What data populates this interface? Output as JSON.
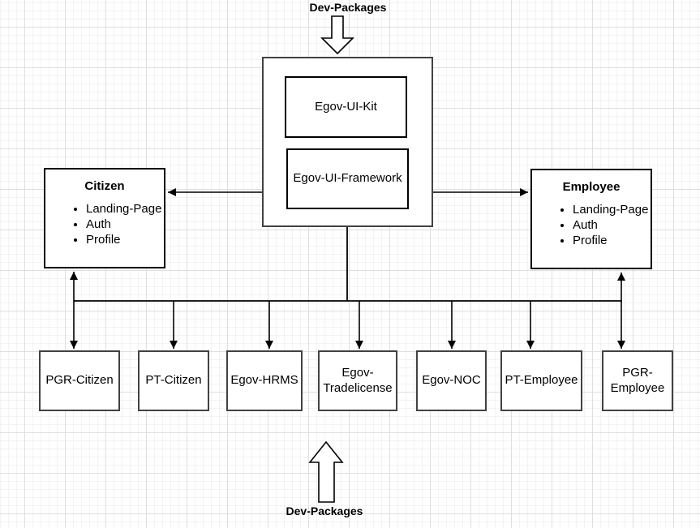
{
  "diagram": {
    "top_label": "Dev-Packages",
    "bottom_label": "Dev-Packages",
    "core": {
      "kit": "Egov-UI-Kit",
      "framework": "Egov-UI-Framework"
    },
    "citizen": {
      "title": "Citizen",
      "items": [
        "Landing-Page",
        "Auth",
        "Profile"
      ]
    },
    "employee": {
      "title": "Employee",
      "items": [
        "Landing-Page",
        "Auth",
        "Profile"
      ]
    },
    "modules": [
      "PGR-Citizen",
      "PT-Citizen",
      "Egov-HRMS",
      "Egov-Tradelicense",
      "Egov-NOC",
      "PT-Employee",
      "PGR-Employee"
    ],
    "colors": {
      "stroke": "#000000",
      "box_border": "#424242",
      "background": "#ffffff",
      "grid_minor": "#f4f2f2",
      "grid_major": "#e0dede"
    }
  }
}
